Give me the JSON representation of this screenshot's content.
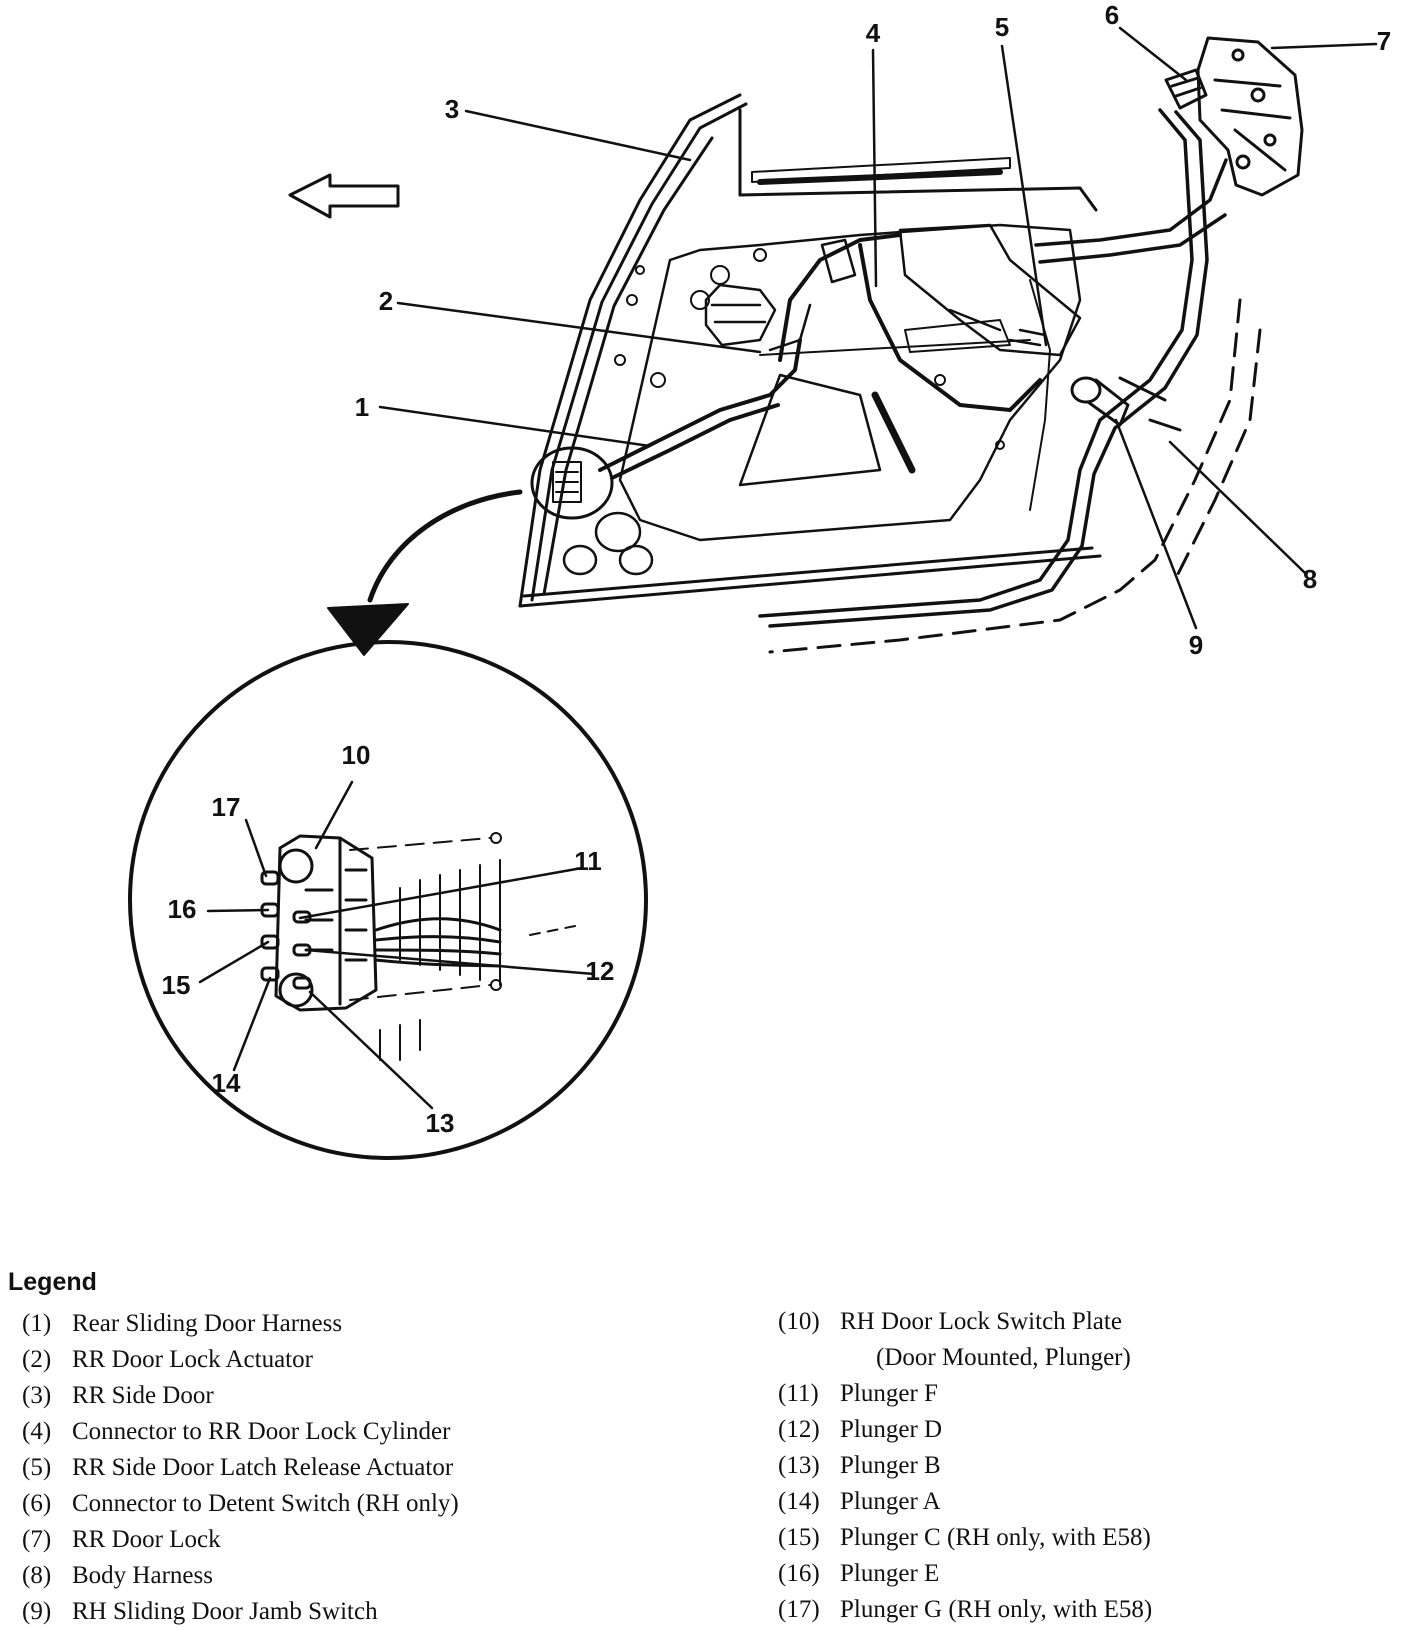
{
  "callouts": [
    "1",
    "2",
    "3",
    "4",
    "5",
    "6",
    "7",
    "8",
    "9",
    "10",
    "11",
    "12",
    "13",
    "14",
    "15",
    "16",
    "17"
  ],
  "legend": {
    "title": "Legend",
    "left_items": [
      {
        "num": "(1)",
        "text": "Rear Sliding Door Harness"
      },
      {
        "num": "(2)",
        "text": "RR Door Lock Actuator"
      },
      {
        "num": "(3)",
        "text": "RR Side Door"
      },
      {
        "num": "(4)",
        "text": "Connector to RR Door Lock Cylinder"
      },
      {
        "num": "(5)",
        "text": "RR Side Door Latch Release Actuator"
      },
      {
        "num": "(6)",
        "text": "Connector to Detent Switch (RH only)"
      },
      {
        "num": "(7)",
        "text": "RR Door Lock"
      },
      {
        "num": "(8)",
        "text": "Body Harness"
      },
      {
        "num": "(9)",
        "text": "RH Sliding Door Jamb Switch"
      }
    ],
    "right_items": [
      {
        "num": "(10)",
        "text": "RH Door Lock Switch Plate",
        "cont": "(Door Mounted, Plunger)"
      },
      {
        "num": "(11)",
        "text": "Plunger F"
      },
      {
        "num": "(12)",
        "text": "Plunger D"
      },
      {
        "num": "(13)",
        "text": "Plunger B"
      },
      {
        "num": "(14)",
        "text": "Plunger A"
      },
      {
        "num": "(15)",
        "text": "Plunger C (RH only, with E58)"
      },
      {
        "num": "(16)",
        "text": "Plunger E"
      },
      {
        "num": "(17)",
        "text": "Plunger G (RH only, with E58)"
      }
    ]
  }
}
